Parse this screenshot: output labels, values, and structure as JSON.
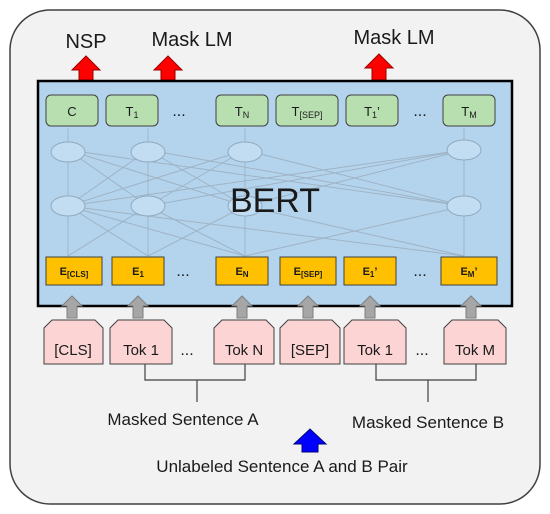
{
  "top_labels": {
    "nsp": "NSP",
    "mask_lm_1": "Mask LM",
    "mask_lm_2": "Mask LM"
  },
  "model": {
    "name": "BERT"
  },
  "outputs": [
    {
      "main": "C",
      "sub": "",
      "prime": ""
    },
    {
      "main": "T",
      "sub": "1",
      "prime": ""
    },
    {
      "main": "T",
      "sub": "N",
      "prime": ""
    },
    {
      "main": "T",
      "sub": "[SEP]",
      "prime": ""
    },
    {
      "main": "T",
      "sub": "1",
      "prime": "’"
    },
    {
      "main": "T",
      "sub": "M",
      "prime": ""
    }
  ],
  "embeddings": [
    {
      "main": "E",
      "sub": "[CLS]",
      "prime": ""
    },
    {
      "main": "E",
      "sub": "1",
      "prime": ""
    },
    {
      "main": "E",
      "sub": "N",
      "prime": ""
    },
    {
      "main": "E",
      "sub": "[SEP]",
      "prime": ""
    },
    {
      "main": "E",
      "sub": "1",
      "prime": "’"
    },
    {
      "main": "E",
      "sub": "M",
      "prime": "’"
    }
  ],
  "tokens": [
    "[CLS]",
    "Tok 1",
    "Tok N",
    "[SEP]",
    "Tok 1",
    "Tok M"
  ],
  "ellipsis": "...",
  "sentence_labels": {
    "a": "Masked Sentence A",
    "b": "Masked Sentence B"
  },
  "input_label": "Unlabeled Sentence A and B Pair",
  "colors": {
    "frame_fill": "#f2f2f2",
    "model_fill": "#b4d4ee",
    "output_fill": "#b8dfb0",
    "embedding_fill": "#ffc000",
    "token_fill": "#fcd4d4",
    "up_arrow_red": "#ff0000",
    "up_arrow_blue": "#0000ff",
    "grey_arrow": "#a6a6a6"
  }
}
